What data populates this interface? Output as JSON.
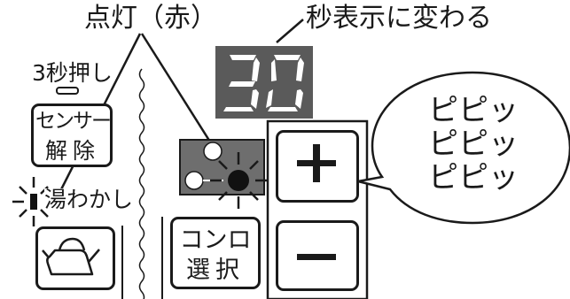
{
  "callouts": {
    "led_on": "点灯（赤）",
    "display_change": "秒表示に変わる",
    "hold_3s": "3秒押し"
  },
  "display": {
    "value": "30"
  },
  "buttons": {
    "sensor_release": [
      "センサー",
      "解除"
    ],
    "kettle_label": "湯わかし",
    "burner_select": [
      "コンロ",
      "選択"
    ],
    "plus": "+",
    "minus": "−"
  },
  "bubble": {
    "lines": [
      "ピピッ",
      "ピピッ",
      "ピピッ"
    ]
  },
  "colors": {
    "line": "#1a1a1a",
    "panel_gray": "#6e6e6e",
    "display_bg": "#5a5a5a",
    "display_seg": "#ffffff"
  }
}
